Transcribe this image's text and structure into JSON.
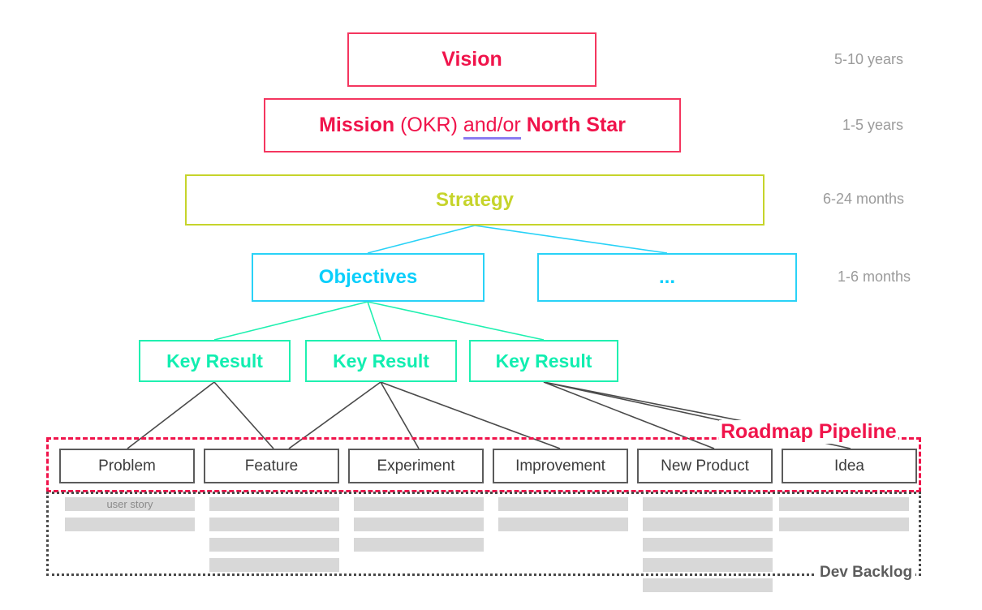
{
  "diagram": {
    "title": "Product Strategy Hierarchy",
    "colors": {
      "vision_red": "#F0144B",
      "strategy_green": "#C6D42B",
      "objective_cyan": "#0ACFFB",
      "key_result_teal": "#11EEB0",
      "pipeline_gray": "#3C3C3C",
      "backlog_bar_gray": "#D8D8D8",
      "horizon_text_gray": "#9B9B9B",
      "underline_purple": "#8A7BF0"
    }
  },
  "levels": {
    "vision": {
      "label": "Vision"
    },
    "mission": {
      "part_bold_1": "Mission",
      "part_plain_1": " (OKR) ",
      "part_underlined": "and/or",
      "part_plain_2": " ",
      "part_bold_2": "North Star"
    },
    "strategy": {
      "label": "Strategy"
    },
    "objectives": {
      "label": "Objectives"
    },
    "ellipsis": {
      "label": "..."
    }
  },
  "key_results": [
    {
      "label": "Key Result"
    },
    {
      "label": "Key Result"
    },
    {
      "label": "Key Result"
    }
  ],
  "roadmap_pipeline": {
    "label": "Roadmap Pipeline",
    "items": [
      {
        "label": "Problem"
      },
      {
        "label": "Feature"
      },
      {
        "label": "Experiment"
      },
      {
        "label": "Improvement"
      },
      {
        "label": "New Product"
      },
      {
        "label": "Idea"
      }
    ]
  },
  "dev_backlog": {
    "label": "Dev Backlog",
    "columns": [
      {
        "for": "Problem",
        "bars": [
          {
            "label": "user story"
          },
          {
            "label": ""
          }
        ]
      },
      {
        "for": "Feature",
        "bars": [
          {
            "label": ""
          },
          {
            "label": ""
          },
          {
            "label": ""
          },
          {
            "label": ""
          }
        ]
      },
      {
        "for": "Experiment",
        "bars": [
          {
            "label": ""
          },
          {
            "label": ""
          },
          {
            "label": ""
          }
        ]
      },
      {
        "for": "Improvement",
        "bars": [
          {
            "label": ""
          },
          {
            "label": ""
          }
        ]
      },
      {
        "for": "New Product",
        "bars": [
          {
            "label": ""
          },
          {
            "label": ""
          },
          {
            "label": ""
          },
          {
            "label": ""
          },
          {
            "label": ""
          }
        ]
      },
      {
        "for": "Idea",
        "bars": [
          {
            "label": ""
          },
          {
            "label": ""
          }
        ]
      }
    ]
  },
  "horizons": [
    {
      "label": "5-10 years"
    },
    {
      "label": "1-5 years"
    },
    {
      "label": "6-24 months"
    },
    {
      "label": "1-6 months"
    }
  ]
}
